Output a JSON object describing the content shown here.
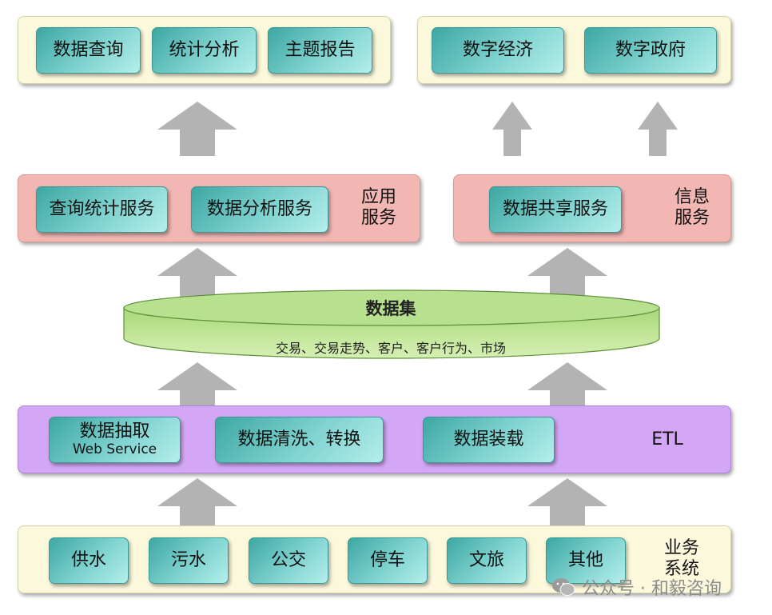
{
  "top_left": {
    "items": [
      "数据查询",
      "统计分析",
      "主题报告"
    ]
  },
  "top_right": {
    "items": [
      "数字经济",
      "数字政府"
    ]
  },
  "app_services": {
    "items": [
      "查询统计服务",
      "数据分析服务"
    ],
    "label_line1": "应用",
    "label_line2": "服务"
  },
  "info_services": {
    "items": [
      "数据共享服务"
    ],
    "label_line1": "信息",
    "label_line2": "服务"
  },
  "dataset": {
    "title": "数据集",
    "subtitle": "交易、交易走势、客户、客户行为、市场"
  },
  "etl": {
    "extract_title": "数据抽取",
    "extract_subtitle": "Web Service",
    "clean_label": "数据清洗、转换",
    "load_label": "数据装载",
    "label": "ETL"
  },
  "business": {
    "items": [
      "供水",
      "污水",
      "公交",
      "停车",
      "文旅",
      "其他"
    ],
    "label_line1": "业务",
    "label_line2": "系统"
  },
  "watermark": {
    "text": "公众号 · 和毅咨询"
  },
  "colors": {
    "panel_cream": "#fbf8dc",
    "panel_pink": "#f2b6b3",
    "panel_purple": "#d3a7f5",
    "box_teal": "#5ec0bc",
    "arrow_gray": "#b3b3b3",
    "dataset_green": "#b8e08a"
  }
}
